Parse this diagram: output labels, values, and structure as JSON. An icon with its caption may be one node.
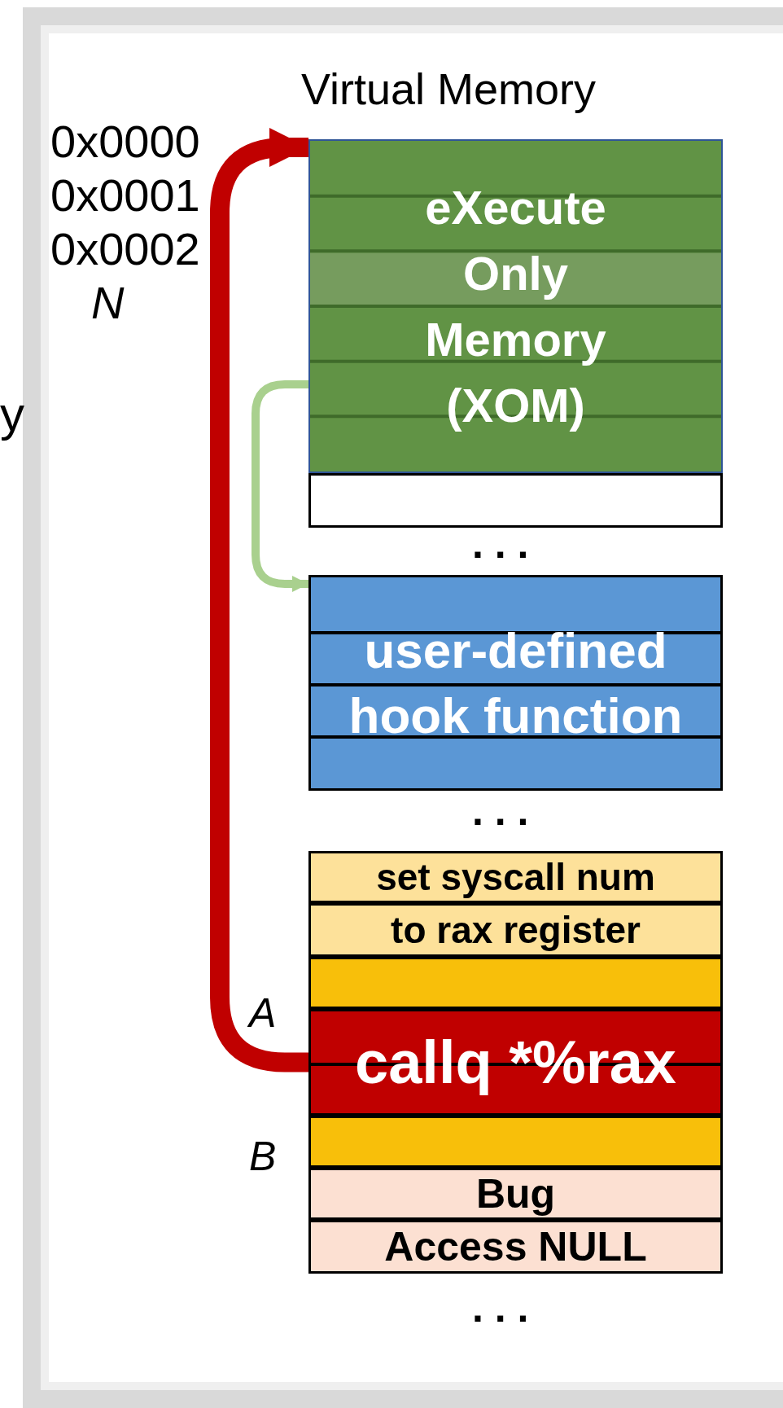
{
  "diagram": {
    "nodes": [
      {
        "text": [
          "eXecute Only Memory (XOM)"
        ]
      },
      {
        "text": [],
        "shape": "box"
      },
      {
        "text": [
          "user-defined hook function"
        ]
      },
      {
        "text": [
          "set syscall num"
        ]
      },
      {
        "text": [
          "to rax register"
        ]
      },
      {
        "text": [],
        "shape": "box"
      },
      {
        "text": [
          "callq *%rax"
        ]
      },
      {
        "text": [],
        "shape": "box"
      },
      {
        "text": [
          "Bug"
        ]
      },
      {
        "text": [
          "Access NULL"
        ]
      }
    ],
    "edges": [
      {
        "from": 6,
        "to": 0,
        "arrow": "to",
        "style": "thick",
        "color": "#c00000"
      },
      {
        "from": 0,
        "to": 2,
        "arrow": "to",
        "color": "#a9d08e"
      }
    ],
    "labels": [
      "Virtual Memory",
      "0x0000",
      "0x0001",
      "0x0002",
      "N",
      "y",
      ". . .",
      ". . .",
      "A",
      "B",
      ". . ."
    ]
  }
}
